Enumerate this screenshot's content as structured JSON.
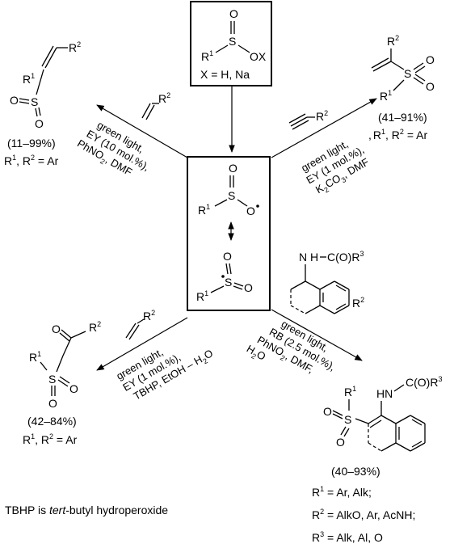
{
  "reagent": {
    "line_top": "O",
    "formula_text": "S",
    "group": "OX",
    "r_label": "R",
    "r_sup": "1",
    "x_def": "X = H, Na"
  },
  "intermediate": {
    "radical_a": {
      "o_top": "O",
      "s": "S",
      "o_minus": "O",
      "r": "R",
      "r_sup": "1"
    },
    "radical_b": {
      "o_top": "O",
      "s": "S",
      "o_right": "O",
      "r": "R",
      "r_sup": "1"
    }
  },
  "top_left": {
    "reactant_r2": "R",
    "reactant_r2_sup": "2",
    "cond": [
      "green light,",
      "EY (10 mol.%),",
      "PhNO",
      "DMF"
    ],
    "cond_line1": "green light,",
    "cond_line2": "EY (10 mol.%),",
    "cond_line3_a": "PhNO",
    "cond_line3_sub": "2",
    "cond_line3_b": ", DMF",
    "yield": "(11–99%)",
    "rdef": "R",
    "rdef_text": ", R",
    "rdef_end": " = Ar",
    "prod_r1": "R",
    "prod_r2": "R",
    "prod_s": "S",
    "prod_o1": "O",
    "prod_o2": "O"
  },
  "top_right": {
    "reactant_r2": "R",
    "cond_line1": "green light,",
    "cond_line2": "EY (1 mol.%),",
    "cond_line3_a": "K",
    "cond_line3_sub1": "2",
    "cond_line3_b": "CO",
    "cond_line3_sub2": "3",
    "cond_line3_c": ", DMF",
    "yield": "(41–91%)",
    "rdef_text": ", R",
    "rdef_end": " = Ar",
    "prod_r1": "R",
    "prod_r2": "R",
    "prod_s": "S",
    "prod_o1": "O",
    "prod_o2": "O"
  },
  "bottom_left": {
    "reactant_r2": "R",
    "cond_line1": "green light,",
    "cond_line2": "EY (1 mol.%),",
    "cond_line3_a": "TBHP, EtOH – H",
    "cond_line3_sub": "2",
    "cond_line3_b": "O",
    "yield": "(42–84%)",
    "rdef_text": ", R",
    "rdef_end": " = Ar",
    "prod_o": "O",
    "prod_r1": "R",
    "prod_r2": "R",
    "prod_s": "S",
    "prod_o1": "O",
    "prod_o2": "O"
  },
  "bottom_right": {
    "reactant_nh": "N",
    "reactant_h": "H",
    "reactant_acyl": "C(O)R",
    "reactant_r2": "R",
    "cond_line1": "green light,",
    "cond_line2": "RB (2.5 mol.%),",
    "cond_line3_a": "PhNO",
    "cond_line3_sub": "2",
    "cond_line3_b": ", DMF,",
    "cond_line4_a": "H",
    "cond_line4_sub": "2",
    "cond_line4_b": "O",
    "yield": "(40–93%)",
    "prod_hn": "HN",
    "prod_acyl": "C(O)R",
    "prod_r1": "R",
    "prod_s": "S",
    "prod_o1": "O",
    "prod_o2": "O",
    "def_r1": ", = Ar, Alk;",
    "def_r1_text": " = Ar, Alk;",
    "def_r2_text": " = AlkO, Ar, AcNH;",
    "def_r3_text": " = Alk, Al, O"
  },
  "footnote": {
    "prefix": "TBHP is ",
    "italic": "tert",
    "suffix": "-butyl hydroperoxide"
  },
  "sup": {
    "one": "1",
    "two": "2",
    "three": "3"
  }
}
